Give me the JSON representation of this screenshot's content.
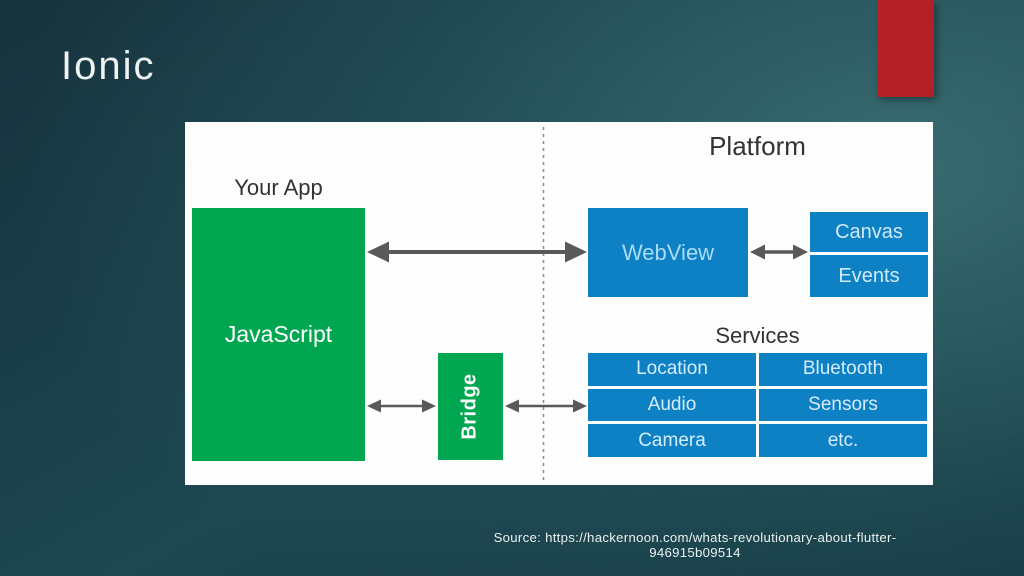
{
  "slide": {
    "title": "Ionic",
    "source_text": "Source: https://hackernoon.com/whats-revolutionary-about-flutter-946915b09514"
  },
  "colors": {
    "accent_red": "#b32025",
    "box_green": "#00a650",
    "box_blue": "#0e80c4",
    "arrow_gray": "#595959",
    "background_teal": "#1d4751",
    "panel_white": "#fcfdfc"
  },
  "diagram": {
    "your_app_label": "Your App",
    "platform_label": "Platform",
    "javascript_label": "JavaScript",
    "bridge_label": "Bridge",
    "webview_label": "WebView",
    "canvas_label": "Canvas",
    "events_label": "Events",
    "services_label": "Services",
    "services_grid": {
      "rows": [
        [
          "Location",
          "Bluetooth"
        ],
        [
          "Audio",
          "Sensors"
        ],
        [
          "Camera",
          "etc."
        ]
      ]
    }
  }
}
